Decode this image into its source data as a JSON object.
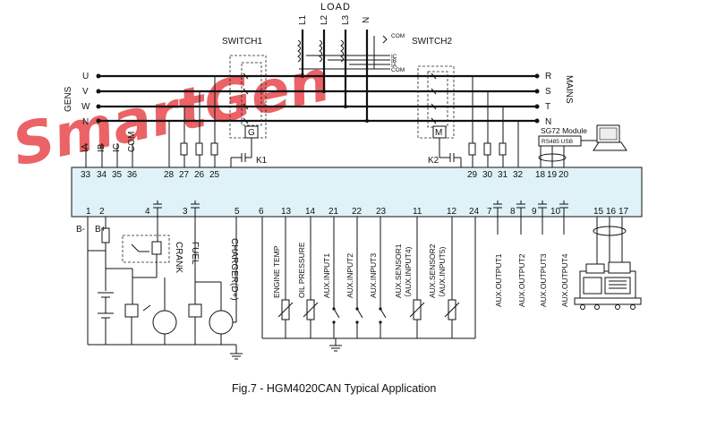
{
  "watermark": "SmartGen",
  "load_label": "LOAD",
  "load_lines": [
    "L1",
    "L2",
    "L3",
    "N"
  ],
  "switch1_label": "SWITCH1",
  "switch2_label": "SWITCH2",
  "gens_label": "GENS",
  "mains_label": "MAINS",
  "gens_phases": [
    "U",
    "V",
    "W",
    "N"
  ],
  "mains_phases": [
    "R",
    "S",
    "T",
    "N"
  ],
  "ct_labels": [
    "IC",
    "IB",
    "IA",
    "COM"
  ],
  "ct_tag": "COM",
  "g_box": "G",
  "m_box": "M",
  "k1": "K1",
  "k2": "K2",
  "sg72_title": "SG72 Module",
  "rs485_usb": "RS485 USB",
  "top_labels": [
    "IA",
    "IB",
    "IC",
    "COM"
  ],
  "top_terminals": [
    "33",
    "34",
    "35",
    "36",
    "28",
    "27",
    "26",
    "25",
    "29",
    "30",
    "31",
    "32",
    "18",
    "19",
    "20"
  ],
  "bottom_terminals": [
    "1",
    "2",
    "4",
    "3",
    "5",
    "6",
    "13",
    "14",
    "21",
    "22",
    "23",
    "11",
    "12",
    "24",
    "7",
    "8",
    "9",
    "10",
    "15",
    "16",
    "17"
  ],
  "bminus": "B-",
  "bplus": "B+",
  "crank": "CRANK",
  "fuel": "FUEL",
  "charger": "CHARGER(D+)",
  "inputs": [
    "ENGINE TEMP",
    "OIL PRESSURE",
    "AUX.INPUT1",
    "AUX.INPUT2",
    "AUX.INPUT3",
    "AUX.SENSOR1",
    "（AUX.INPUT4)",
    "AUX.SENSOR2",
    "（AUX.INPUT5)"
  ],
  "outputs": [
    "AUX.OUTPUT1",
    "AUX.OUTPUT2",
    "AUX.OUTPUT3",
    "AUX.OUTPUT4"
  ],
  "caption": "Fig.7 - HGM4020CAN Typical Application"
}
